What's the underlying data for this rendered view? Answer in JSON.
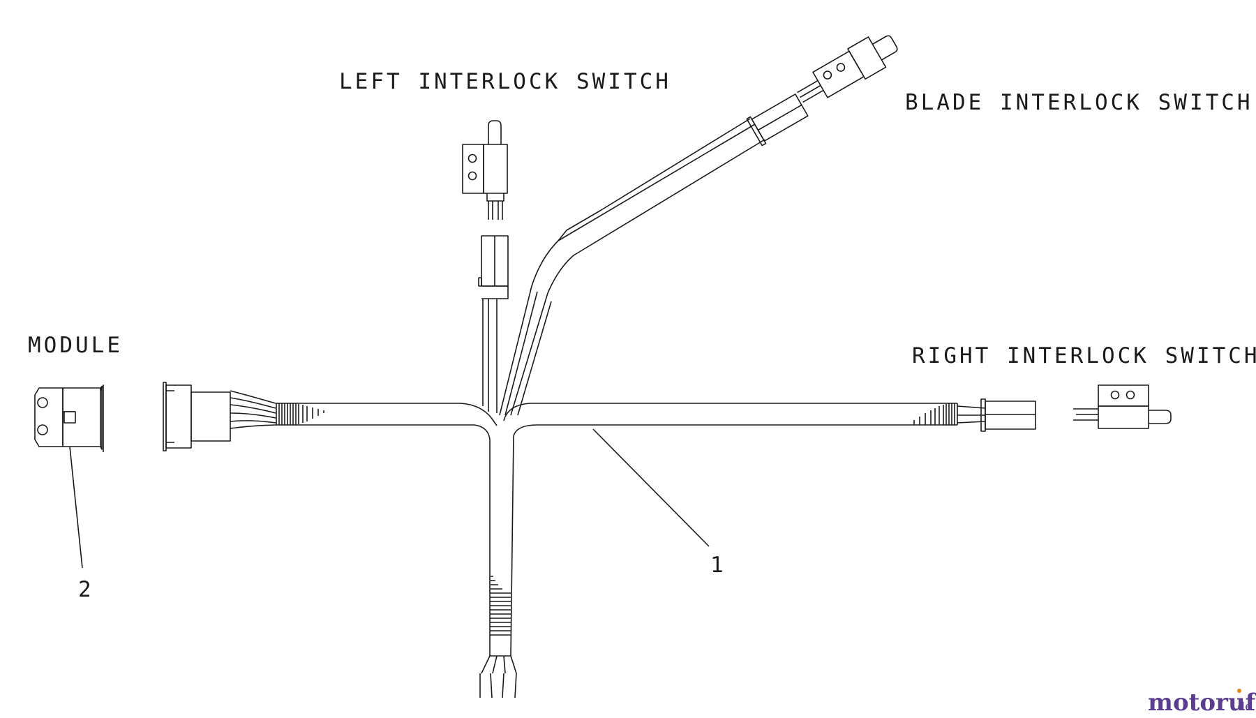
{
  "labels": {
    "left_switch": "LEFT INTERLOCK SWITCH",
    "blade_switch": "BLADE INTERLOCK SWITCH",
    "right_switch": "RIGHT INTERLOCK SWITCH",
    "module": "MODULE"
  },
  "callouts": {
    "harness": "1",
    "module": "2"
  },
  "watermark": {
    "brand": "motoruf",
    "tld": ".de",
    "colors": {
      "purple": "#5b3d8f",
      "orange": "#e08a1e"
    }
  },
  "line_color": "#1a1a1a"
}
